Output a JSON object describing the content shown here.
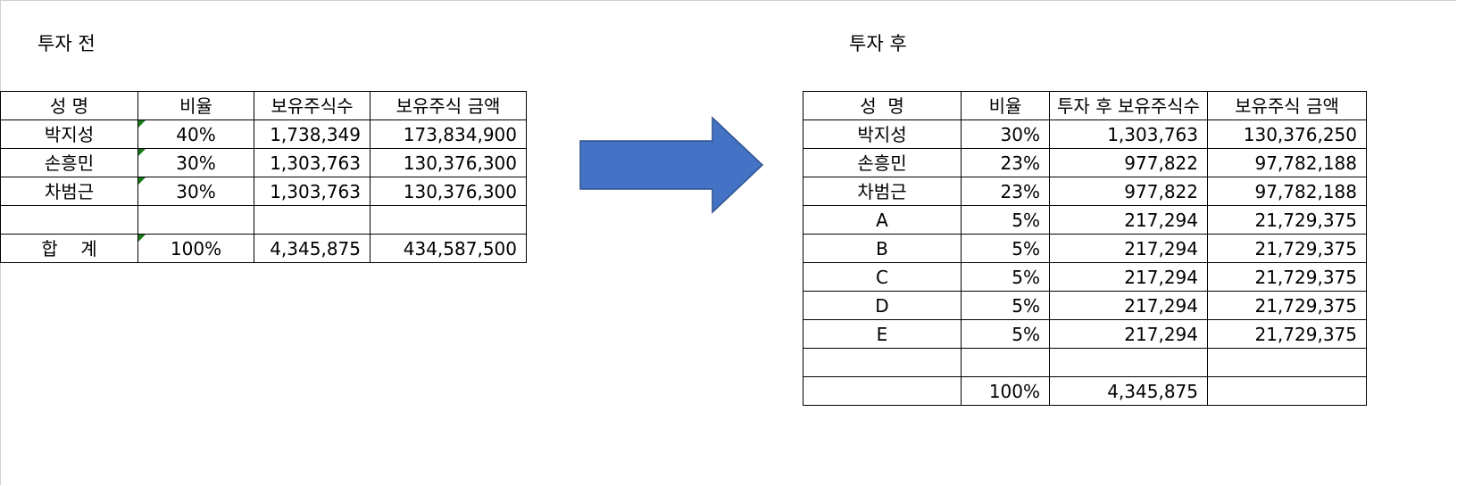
{
  "before": {
    "title": "투자 전",
    "headers": {
      "name": "성  명",
      "ratio": "비율",
      "shares": "보유주식수",
      "amount": "보유주식 금액"
    },
    "rows": [
      {
        "name": "박지성",
        "ratio": "40%",
        "shares": "1,738,349",
        "amount": "173,834,900"
      },
      {
        "name": "손흥민",
        "ratio": "30%",
        "shares": "1,303,763",
        "amount": "130,376,300"
      },
      {
        "name": "차범근",
        "ratio": "30%",
        "shares": "1,303,763",
        "amount": "130,376,300"
      },
      {
        "name": "",
        "ratio": "",
        "shares": "",
        "amount": ""
      }
    ],
    "total": {
      "name": "합    계",
      "ratio": "100%",
      "shares": "4,345,875",
      "amount": "434,587,500"
    }
  },
  "after": {
    "title": "투자 후",
    "headers": {
      "name": "성  명",
      "ratio": "비율",
      "shares": "투자 후 보유주식수",
      "amount": "보유주식 금액"
    },
    "rows": [
      {
        "name": "박지성",
        "ratio": "30%",
        "shares": "1,303,763",
        "amount": "130,376,250"
      },
      {
        "name": "손흥민",
        "ratio": "23%",
        "shares": "977,822",
        "amount": "97,782,188"
      },
      {
        "name": "차범근",
        "ratio": "23%",
        "shares": "977,822",
        "amount": "97,782,188"
      },
      {
        "name": "A",
        "ratio": "5%",
        "shares": "217,294",
        "amount": "21,729,375"
      },
      {
        "name": "B",
        "ratio": "5%",
        "shares": "217,294",
        "amount": "21,729,375"
      },
      {
        "name": "C",
        "ratio": "5%",
        "shares": "217,294",
        "amount": "21,729,375"
      },
      {
        "name": "D",
        "ratio": "5%",
        "shares": "217,294",
        "amount": "21,729,375"
      },
      {
        "name": "E",
        "ratio": "5%",
        "shares": "217,294",
        "amount": "21,729,375"
      },
      {
        "name": "",
        "ratio": "",
        "shares": "",
        "amount": ""
      }
    ],
    "total": {
      "name": "",
      "ratio": "100%",
      "shares": "4,345,875",
      "amount": ""
    }
  },
  "colors": {
    "arrow_fill": "#4472c4",
    "arrow_stroke": "#2f528f",
    "error_triangle": "#1a7a1a"
  },
  "icons": {
    "arrow": "right-arrow-shape",
    "cell_marker": "green-corner-triangle"
  }
}
